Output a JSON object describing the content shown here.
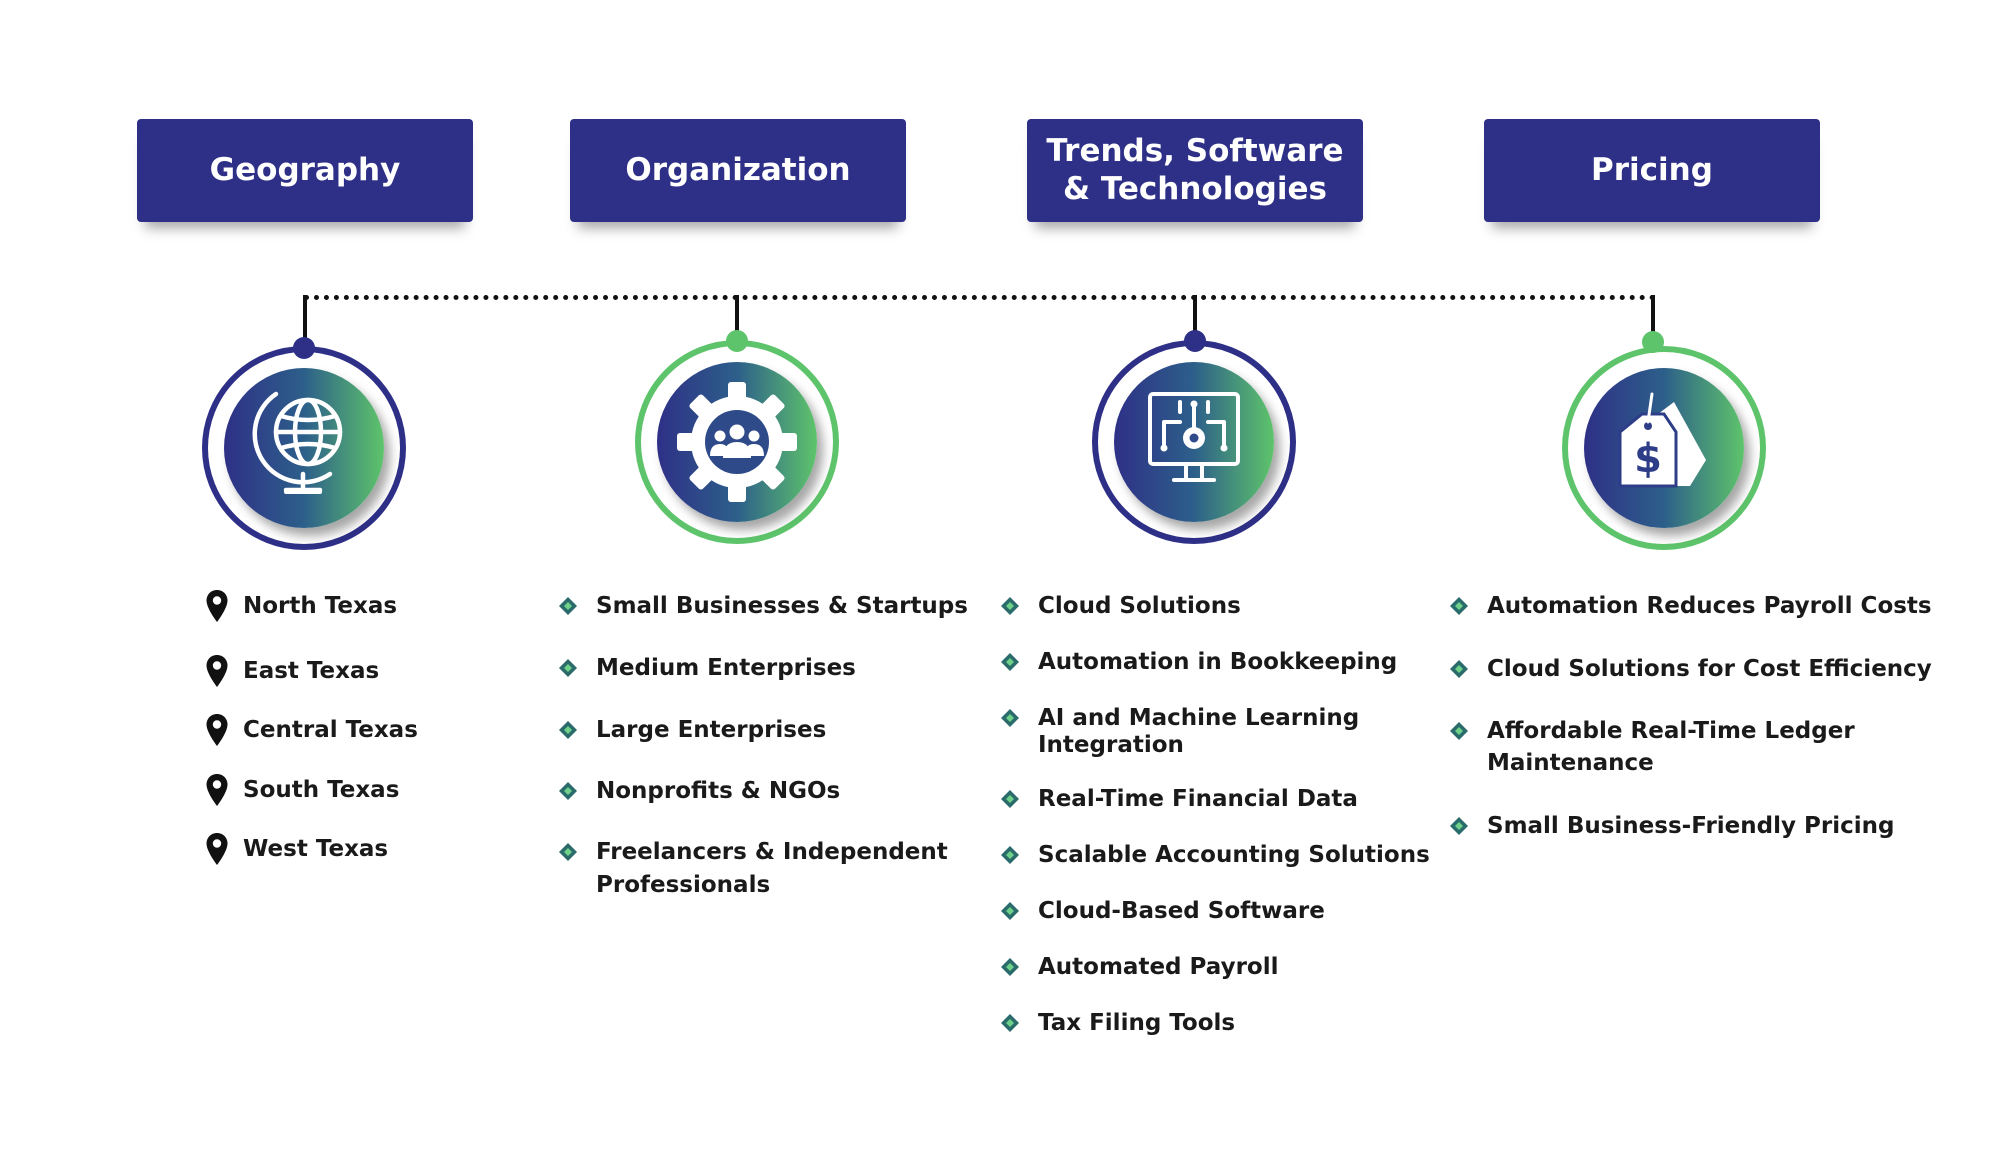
{
  "columns": [
    {
      "title": "Geography",
      "icon": "globe-icon",
      "ring_color": "#2e3087",
      "bullet": "location-pin-icon",
      "items": [
        "North Texas",
        "East Texas",
        "Central Texas",
        "South Texas",
        "West Texas"
      ]
    },
    {
      "title": "Organization",
      "icon": "gear-people-icon",
      "ring_color": "#5ec46b",
      "bullet": "diamond-bullet-icon",
      "items": [
        "Small Businesses & Startups",
        "Medium Enterprises",
        "Large Enterprises",
        "Nonprofits & NGOs",
        "Freelancers & Independent",
        "Professionals"
      ]
    },
    {
      "title": "Trends, Software & Technologies",
      "title_lines": [
        "Trends, Software",
        "& Technologies"
      ],
      "icon": "monitor-circuit-icon",
      "ring_color": "#2e3087",
      "bullet": "diamond-bullet-icon",
      "items": [
        "Cloud Solutions",
        "Automation in Bookkeeping",
        "AI and Machine Learning",
        "Integration",
        "Real-Time Financial Data",
        "Scalable Accounting Solutions",
        "Cloud-Based Software",
        "Automated Payroll",
        "Tax Filing Tools"
      ]
    },
    {
      "title": "Pricing",
      "icon": "price-tag-icon",
      "ring_color": "#5ec46b",
      "bullet": "diamond-bullet-icon",
      "items": [
        "Automation Reduces Payroll Costs",
        "Cloud Solutions for Cost Efficiency",
        "Affordable Real-Time Ledger",
        "Maintenance",
        "Small Business-Friendly Pricing"
      ]
    }
  ],
  "colors": {
    "navy": "#2e3087",
    "green": "#5ec46b",
    "bullet_dark": "#2a6c6b",
    "bullet_light": "#6fd08a"
  }
}
